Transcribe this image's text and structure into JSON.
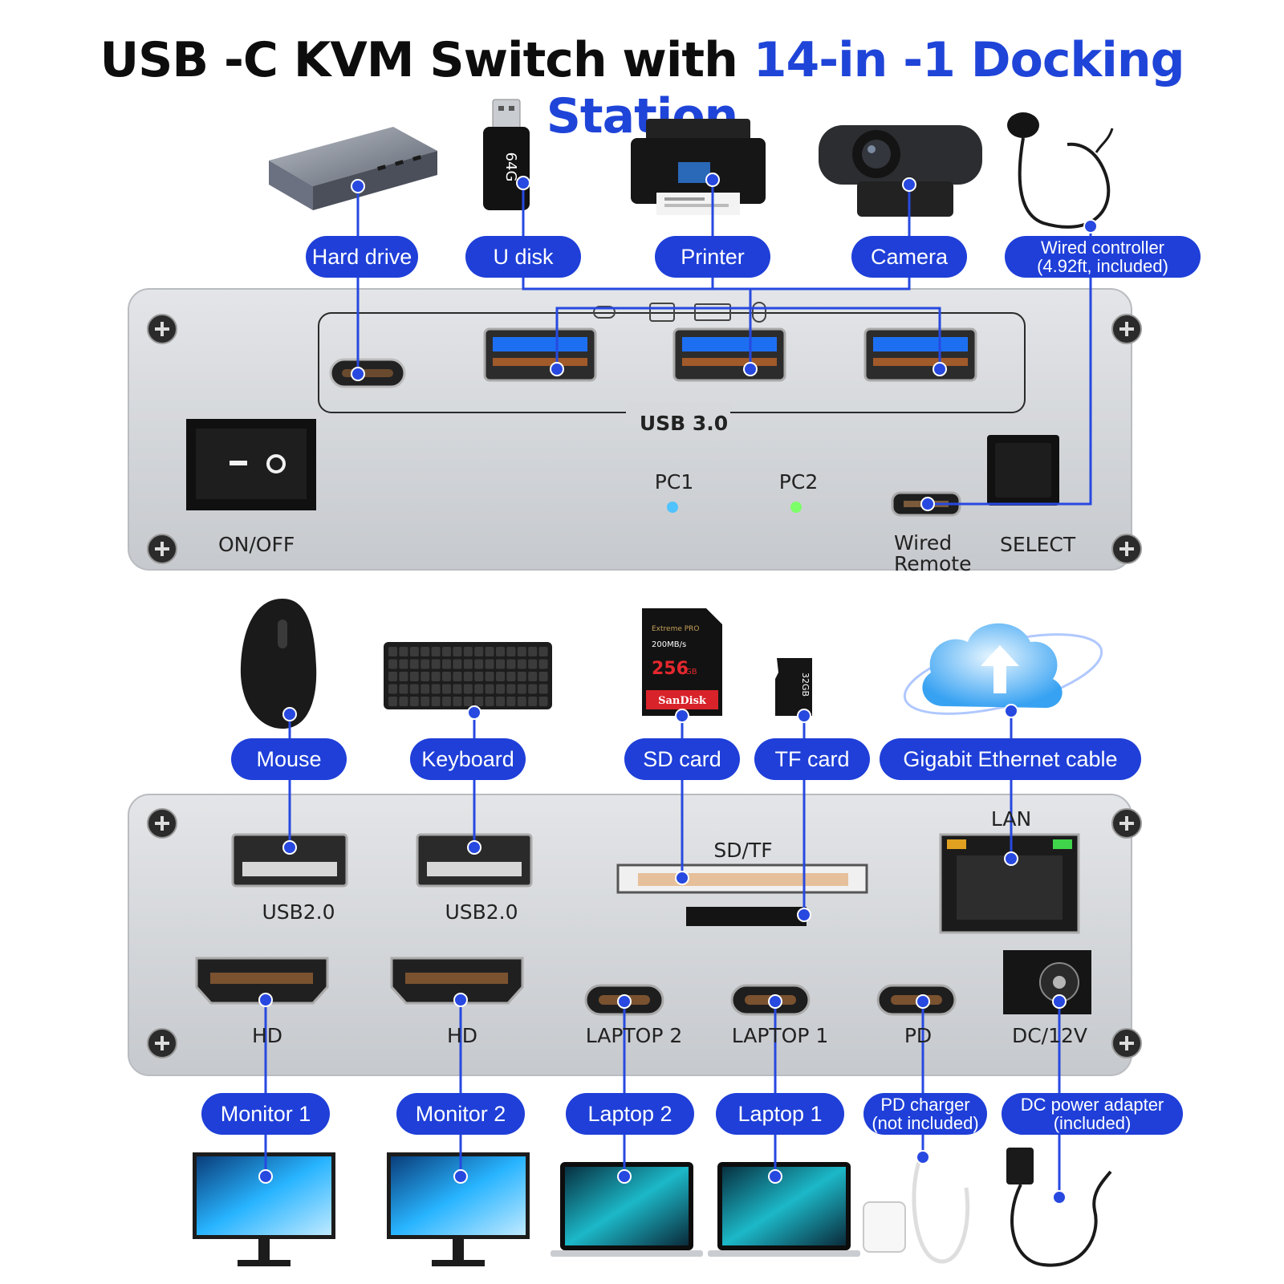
{
  "title": {
    "main": "USB -C KVM Switch with",
    "accent": "14-in -1 Docking Station"
  },
  "colors": {
    "accent": "#1f44d8",
    "pill": "#1f3fd8",
    "panel": "#cfd2d6",
    "led_pc1": "#4fc3ff",
    "led_pc2": "#7dff6a"
  },
  "top_devices": [
    {
      "id": "hard_drive",
      "label": "Hard drive",
      "icon": "hard-drive-icon"
    },
    {
      "id": "u_disk",
      "label": "U disk",
      "icon": "usb-flash-drive-icon",
      "capacity": "64G"
    },
    {
      "id": "printer",
      "label": "Printer",
      "icon": "printer-icon"
    },
    {
      "id": "camera",
      "label": "Camera",
      "icon": "webcam-icon"
    },
    {
      "id": "wired_controller",
      "label_line1": "Wired controller",
      "label_line2": "(4.92ft, included)",
      "icon": "wired-controller-icon"
    }
  ],
  "front_panel": {
    "usb_group_label": "USB 3.0",
    "switch_label": "ON/OFF",
    "pc1_label": "PC1",
    "pc2_label": "PC2",
    "remote_label_line1": "Wired",
    "remote_label_line2": "Remote",
    "select_label": "SELECT"
  },
  "middle_devices": [
    {
      "id": "mouse",
      "label": "Mouse",
      "icon": "mouse-icon"
    },
    {
      "id": "keyboard",
      "label": "Keyboard",
      "icon": "keyboard-icon"
    },
    {
      "id": "sd_card",
      "label": "SD card",
      "icon": "sd-card-icon",
      "card_brand": "SanDisk",
      "card_line": "Extreme PRO",
      "card_capacity": "256",
      "card_unit": "GB",
      "card_speed": "200MB/s"
    },
    {
      "id": "tf_card",
      "label": "TF card",
      "icon": "microsd-card-icon",
      "card_capacity": "32GB"
    },
    {
      "id": "lan_cable",
      "label": "Gigabit Ethernet cable",
      "icon": "cloud-upload-icon"
    }
  ],
  "rear_panel": {
    "usb2_left": "USB2.0",
    "usb2_right": "USB2.0",
    "sdtf": "SD/TF",
    "lan": "LAN",
    "hd1": "HD",
    "hd2": "HD",
    "laptop2": "LAPTOP 2",
    "laptop1": "LAPTOP 1",
    "pd": "PD",
    "dc": "DC/12V"
  },
  "bottom_devices": [
    {
      "id": "monitor1",
      "label": "Monitor 1",
      "icon": "monitor-icon"
    },
    {
      "id": "monitor2",
      "label": "Monitor 2",
      "icon": "monitor-icon"
    },
    {
      "id": "laptop2",
      "label": "Laptop 2",
      "icon": "laptop-icon"
    },
    {
      "id": "laptop1",
      "label": "Laptop 1",
      "icon": "laptop-icon"
    },
    {
      "id": "pd_charger",
      "label_line1": "PD charger",
      "label_line2": "(not included)",
      "icon": "usb-c-charger-icon"
    },
    {
      "id": "dc_adapter",
      "label_line1": "DC power adapter",
      "label_line2": "(included)",
      "icon": "power-adapter-icon"
    }
  ]
}
